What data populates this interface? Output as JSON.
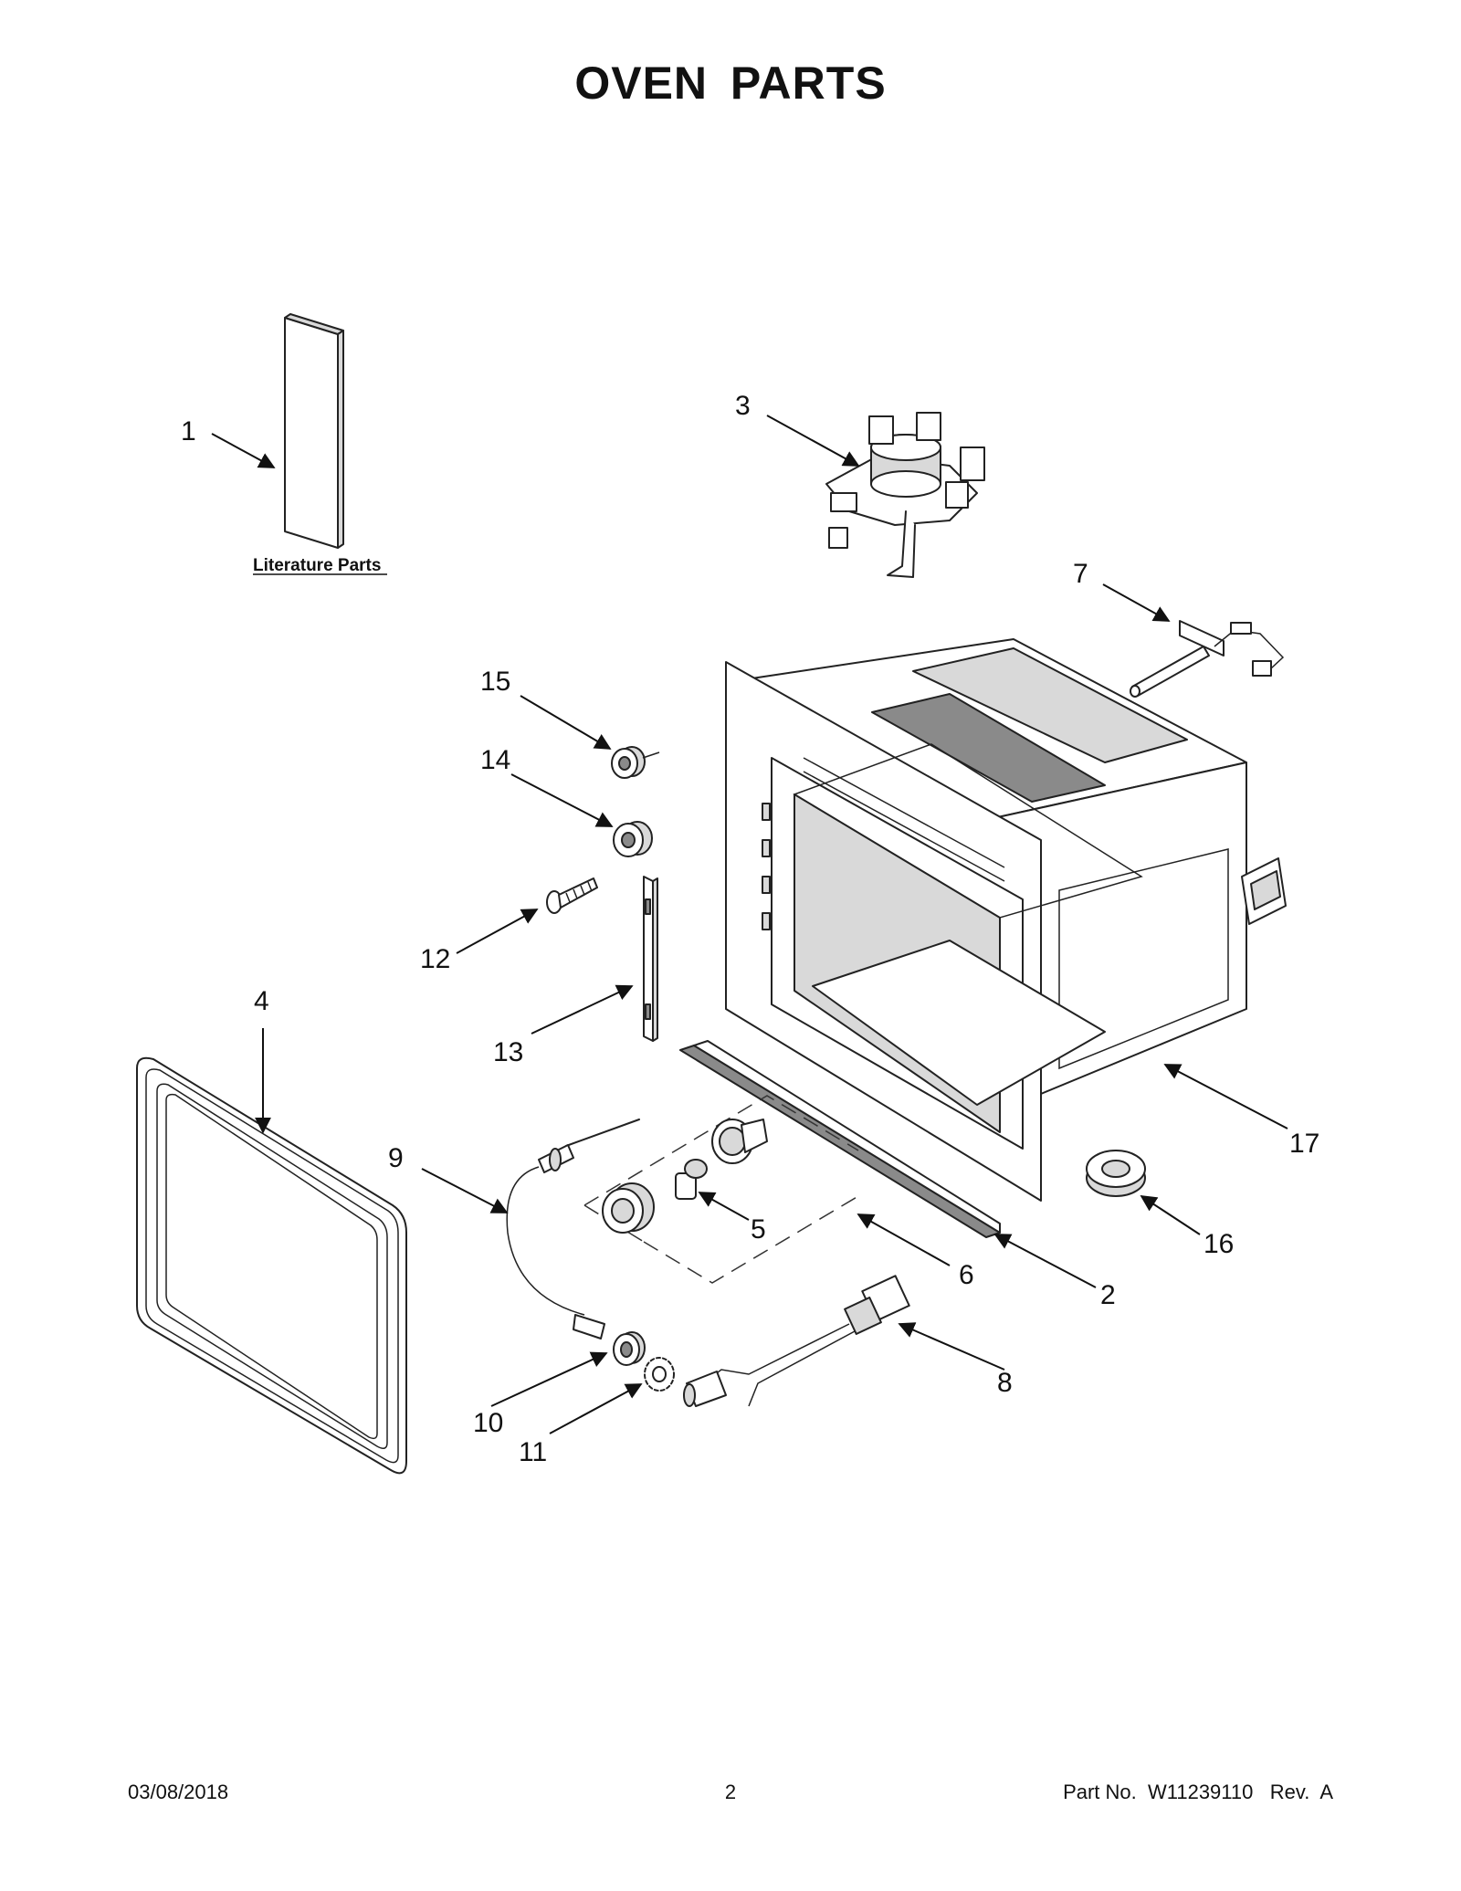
{
  "title": "OVEN PARTS",
  "literature_label": "Literature Parts",
  "callouts": {
    "c1": "1",
    "c2": "2",
    "c3": "3",
    "c4": "4",
    "c5": "5",
    "c6": "6",
    "c7": "7",
    "c8": "8",
    "c9": "9",
    "c10": "10",
    "c11": "11",
    "c12": "12",
    "c13": "13",
    "c14": "14",
    "c15": "15",
    "c16": "16",
    "c17": "17"
  },
  "footer": {
    "date": "03/08/2018",
    "page": "2",
    "part_no": "Part No.  W11239110   Rev.  A"
  }
}
